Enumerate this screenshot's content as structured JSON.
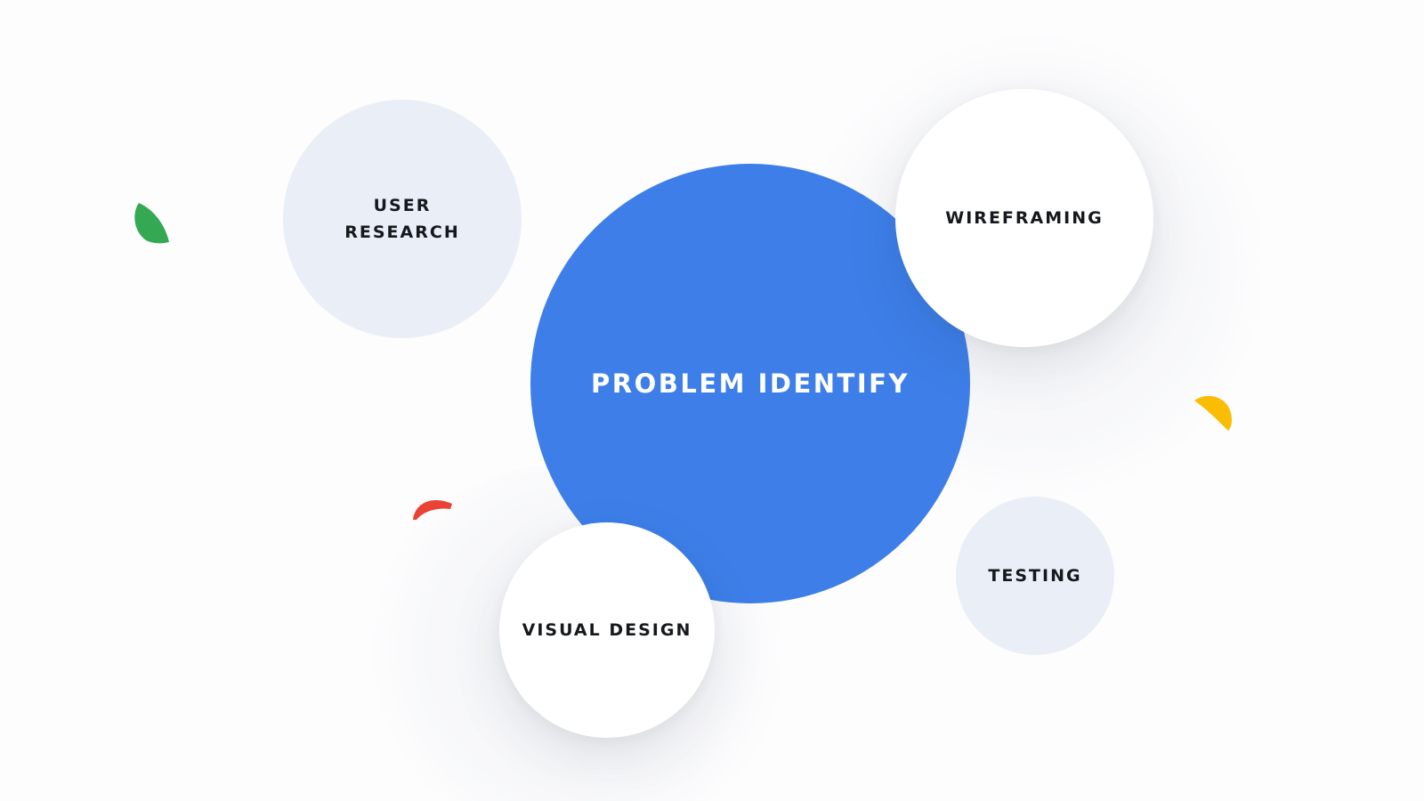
{
  "diagram": {
    "center": {
      "label": "PROBLEM IDENTIFY"
    },
    "nodes": [
      {
        "id": "user-research",
        "label_line1": "USER",
        "label_line2": "RESEARCH"
      },
      {
        "id": "wireframing",
        "label": "WIREFRAMING"
      },
      {
        "id": "visual-design",
        "label": "VISUAL DESIGN"
      },
      {
        "id": "testing",
        "label": "TESTING"
      }
    ]
  },
  "colors": {
    "primary_blue": "#3d7ee8",
    "accent_green": "#34a853",
    "accent_red": "#ea4335",
    "accent_yellow": "#fbbc04",
    "soft_circle": "#eaeef6",
    "white_circle": "#ffffff"
  },
  "decorations": [
    {
      "name": "green-leaf-shape",
      "color": "#34a853"
    },
    {
      "name": "red-half-circle-shape",
      "color": "#ea4335"
    },
    {
      "name": "yellow-half-circle-shape",
      "color": "#fbbc04"
    }
  ]
}
